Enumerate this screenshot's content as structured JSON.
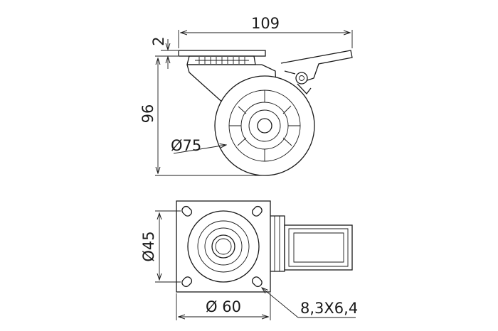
{
  "drawing": {
    "side_view": {
      "width_label": "109",
      "plate_thickness_label": "2",
      "height_label": "96",
      "wheel_diameter_label": "Ø75"
    },
    "top_view": {
      "hole_spacing_label": "Ø45",
      "plate_width_label": "Ø 60",
      "slot_size_label": "8,3X6,4"
    }
  }
}
